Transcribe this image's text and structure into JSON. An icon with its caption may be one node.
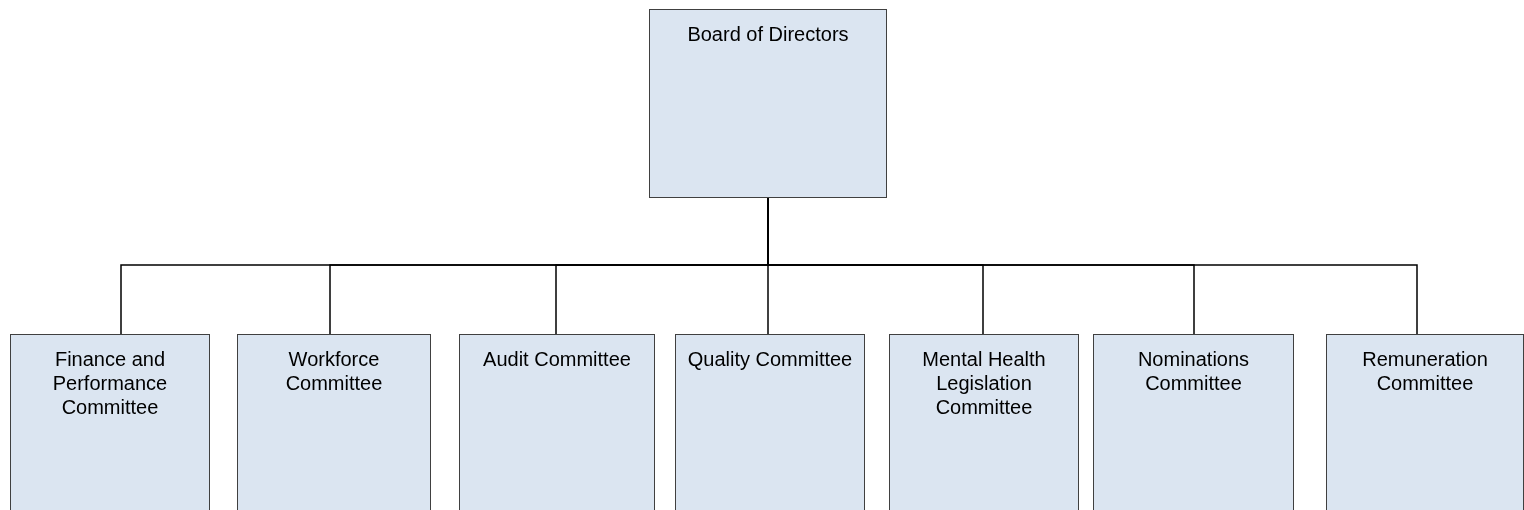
{
  "diagram": {
    "nodes": [
      {
        "text": [
          "Board of Directors"
        ]
      },
      {
        "text": [
          "Finance and Performance Committee"
        ]
      },
      {
        "text": [
          "Workforce Committee"
        ]
      },
      {
        "text": [
          "Audit Committee"
        ]
      },
      {
        "text": [
          "Quality Committee"
        ]
      },
      {
        "text": [
          "Mental Health Legislation Committee"
        ]
      },
      {
        "text": [
          "Nominations Committee"
        ]
      },
      {
        "text": [
          "Remuneration Committee"
        ]
      }
    ],
    "edges": [
      {
        "from": 0,
        "to": 1,
        "arrow": "none"
      },
      {
        "from": 0,
        "to": 2,
        "arrow": "none"
      },
      {
        "from": 0,
        "to": 3,
        "arrow": "none"
      },
      {
        "from": 0,
        "to": 4,
        "arrow": "none"
      },
      {
        "from": 0,
        "to": 5,
        "arrow": "none"
      },
      {
        "from": 0,
        "to": 6,
        "arrow": "none"
      },
      {
        "from": 0,
        "to": 7,
        "arrow": "none"
      }
    ]
  }
}
